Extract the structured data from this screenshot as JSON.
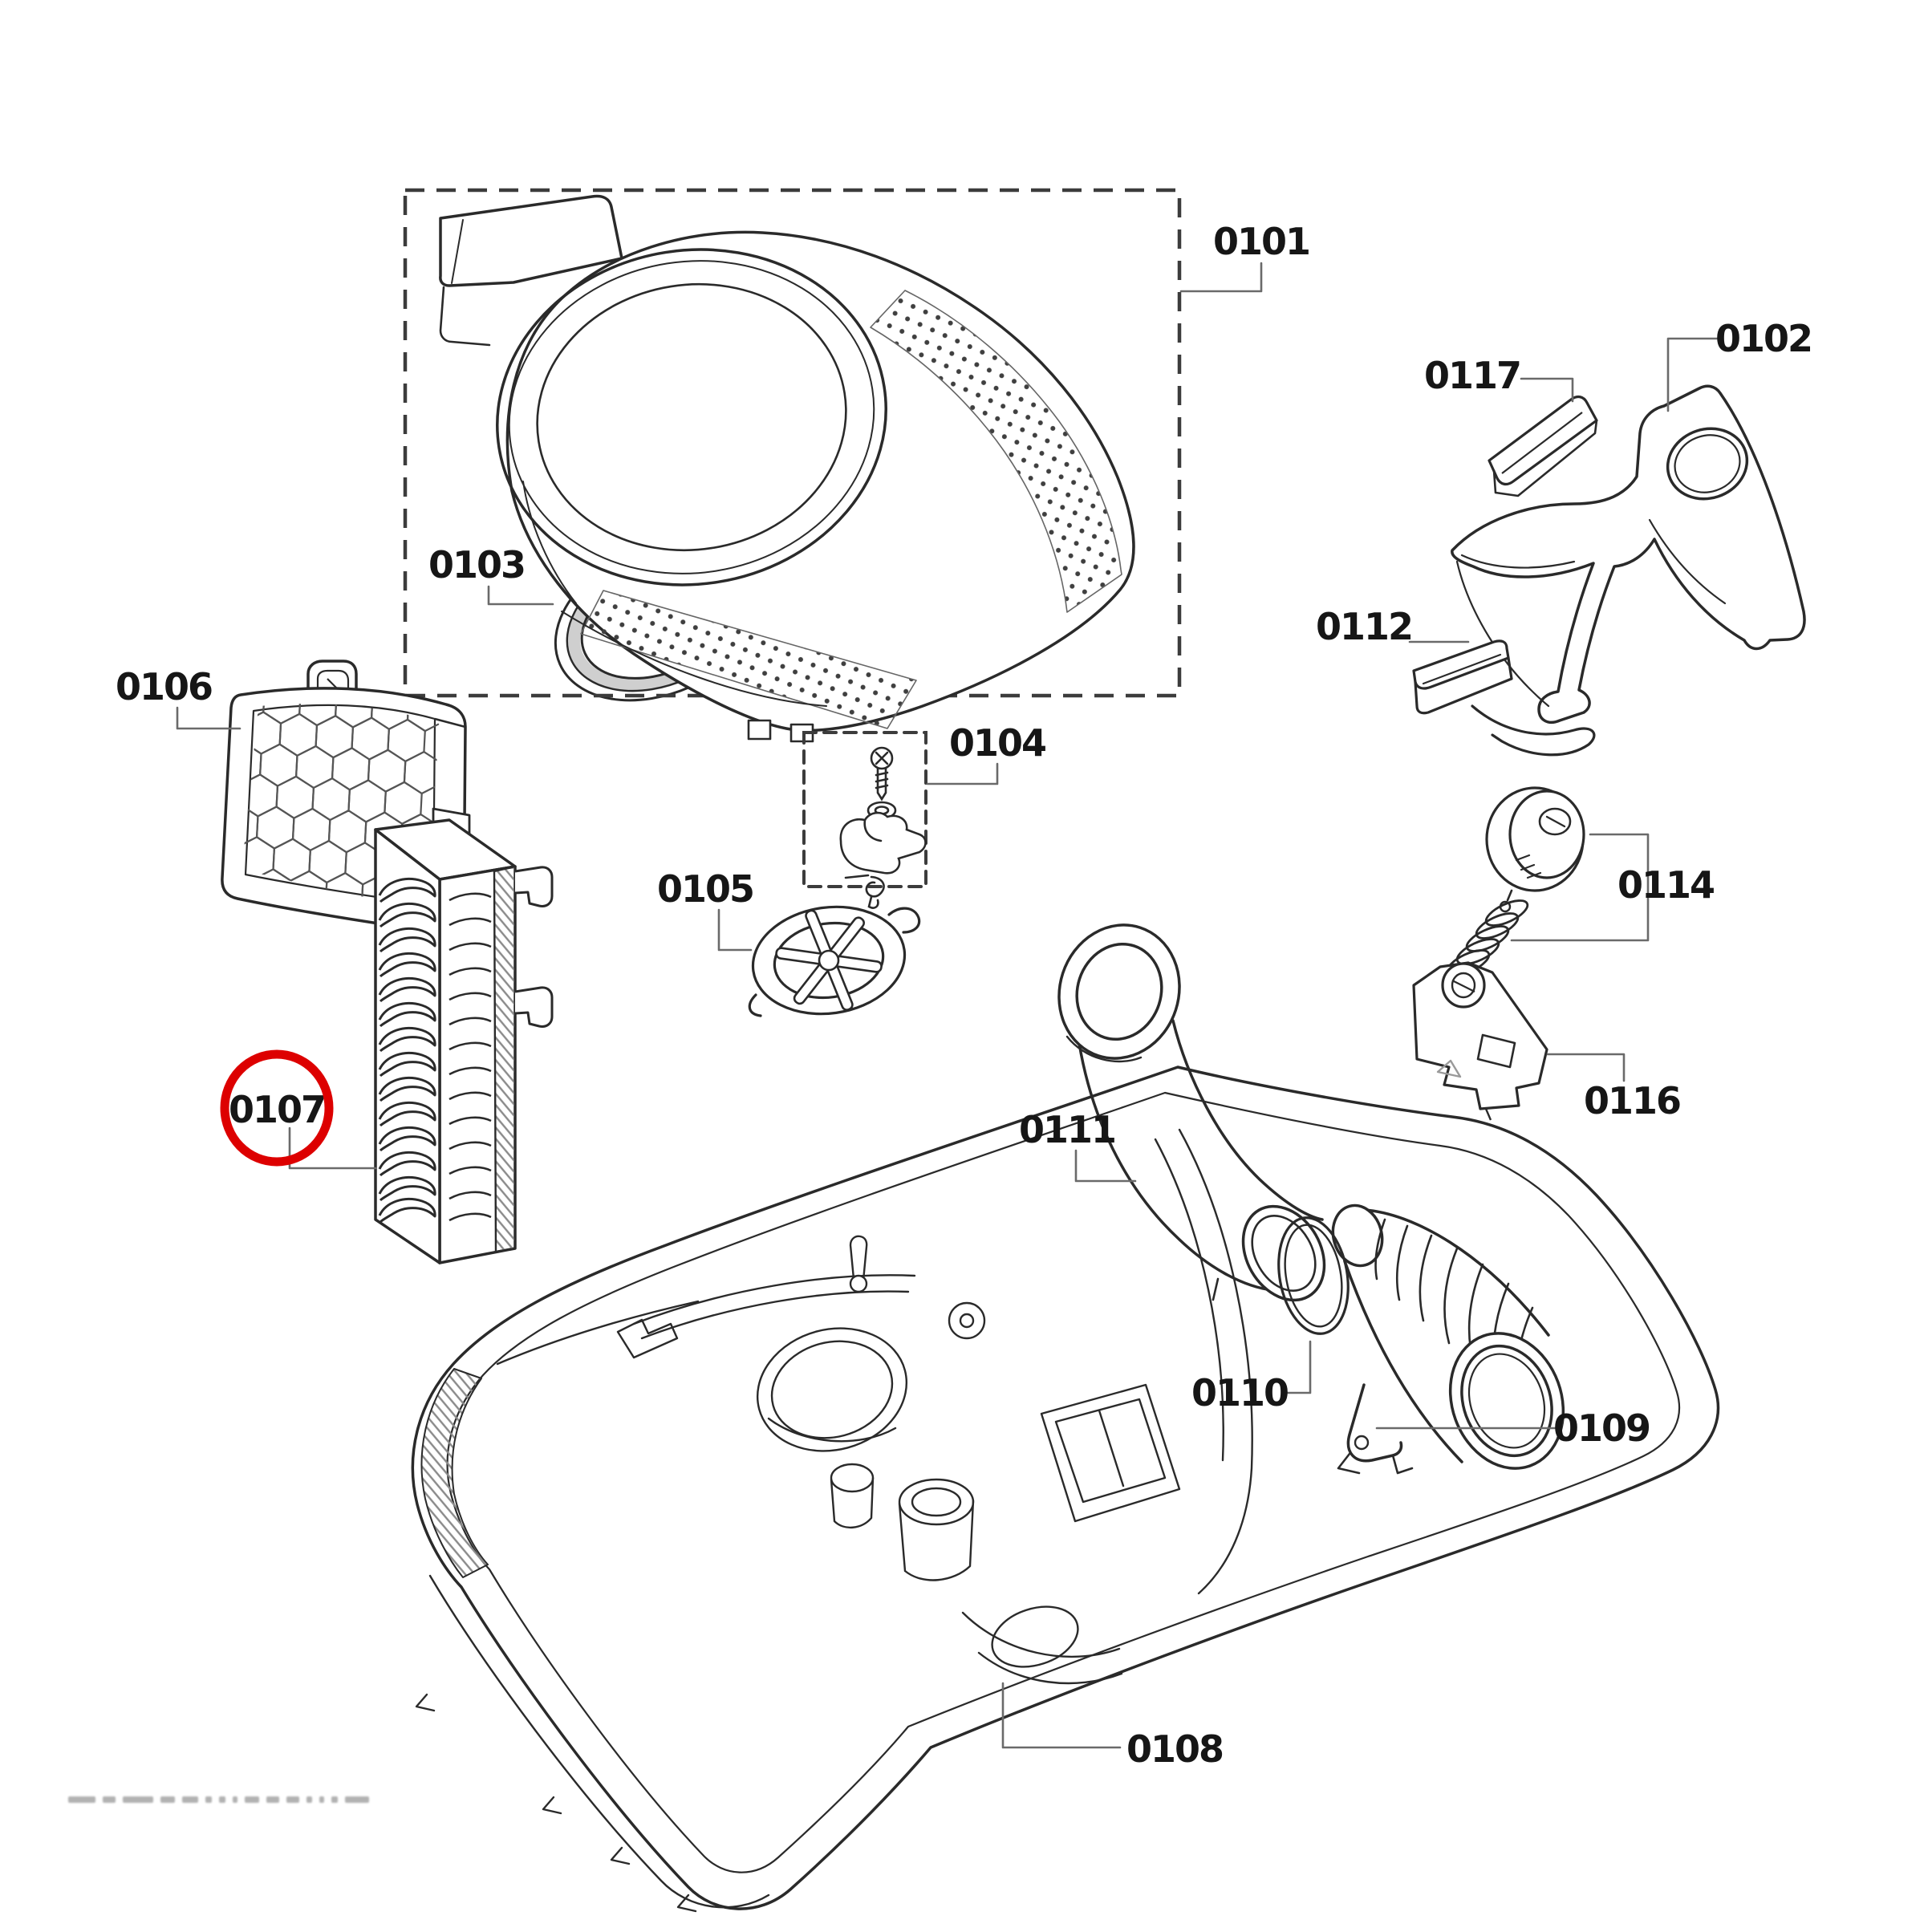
{
  "diagram": {
    "type": "exploded-parts-diagram",
    "subject": "vacuum cleaner housing assembly",
    "background": "#ffffff",
    "line_color": "#2a2a2a",
    "leader_color": "#6a6a6a",
    "highlight": {
      "part_ref": "0107",
      "shape": "circle",
      "color": "#dd0000"
    }
  },
  "parts": [
    {
      "ref": "0101",
      "name": "upper-cover-group-box"
    },
    {
      "ref": "0102",
      "name": "handle-cover"
    },
    {
      "ref": "0103",
      "name": "sealing-ring"
    },
    {
      "ref": "0104",
      "name": "fastener-set-group-box"
    },
    {
      "ref": "0105",
      "name": "rotary-cap"
    },
    {
      "ref": "0106",
      "name": "grille-filter-frame"
    },
    {
      "ref": "0107",
      "name": "pleated-filter",
      "highlighted": true
    },
    {
      "ref": "0108",
      "name": "lower-housing"
    },
    {
      "ref": "0109",
      "name": "bellows-connector"
    },
    {
      "ref": "0110",
      "name": "clamp-ring"
    },
    {
      "ref": "0111",
      "name": "curved-hose"
    },
    {
      "ref": "0112",
      "name": "latch"
    },
    {
      "ref": "0114",
      "name": "knob-with-spring"
    },
    {
      "ref": "0116",
      "name": "valve-bracket"
    },
    {
      "ref": "0117",
      "name": "pad"
    }
  ],
  "footer_marks": [
    34,
    16,
    38,
    18,
    20,
    8,
    8,
    6,
    18,
    16,
    16,
    7,
    6,
    8,
    30
  ]
}
